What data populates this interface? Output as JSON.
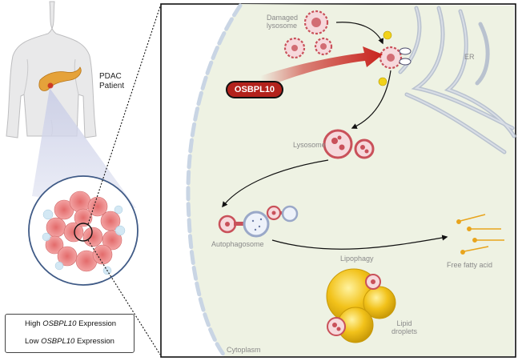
{
  "patient_label_line1": "PDAC",
  "patient_label_line2": "Patient",
  "damaged_lysosome_line1": "Damaged",
  "damaged_lysosome_line2": "lysosome",
  "er_label": "ER",
  "gene_badge": "OSBPL10",
  "lysosome_label": "Lysosome",
  "autophagosome_label": "Autophagosome",
  "lipophagy_label": "Lipophagy",
  "free_fatty_acid_label": "Free fatty acid",
  "lipid_droplets_line1": "Lipid",
  "lipid_droplets_line2": "droplets",
  "cytoplasm_label": "Cytoplasm",
  "legend": {
    "high": {
      "prefix": "High ",
      "gene": "OSBPL10",
      "suffix": " Expression"
    },
    "low": {
      "prefix": "Low ",
      "gene": "OSBPL10",
      "suffix": " Expression"
    }
  },
  "colors": {
    "badge_fill": "#b3221c",
    "arrow_red": "#c8231d",
    "cell_bg": "#eef2e3",
    "lysosome_ring": "#c9515a",
    "autophagosome_ring": "#9aa8c8",
    "lipid_yellow": "#f2c21a",
    "fatty_acid": "#e8a41c"
  }
}
